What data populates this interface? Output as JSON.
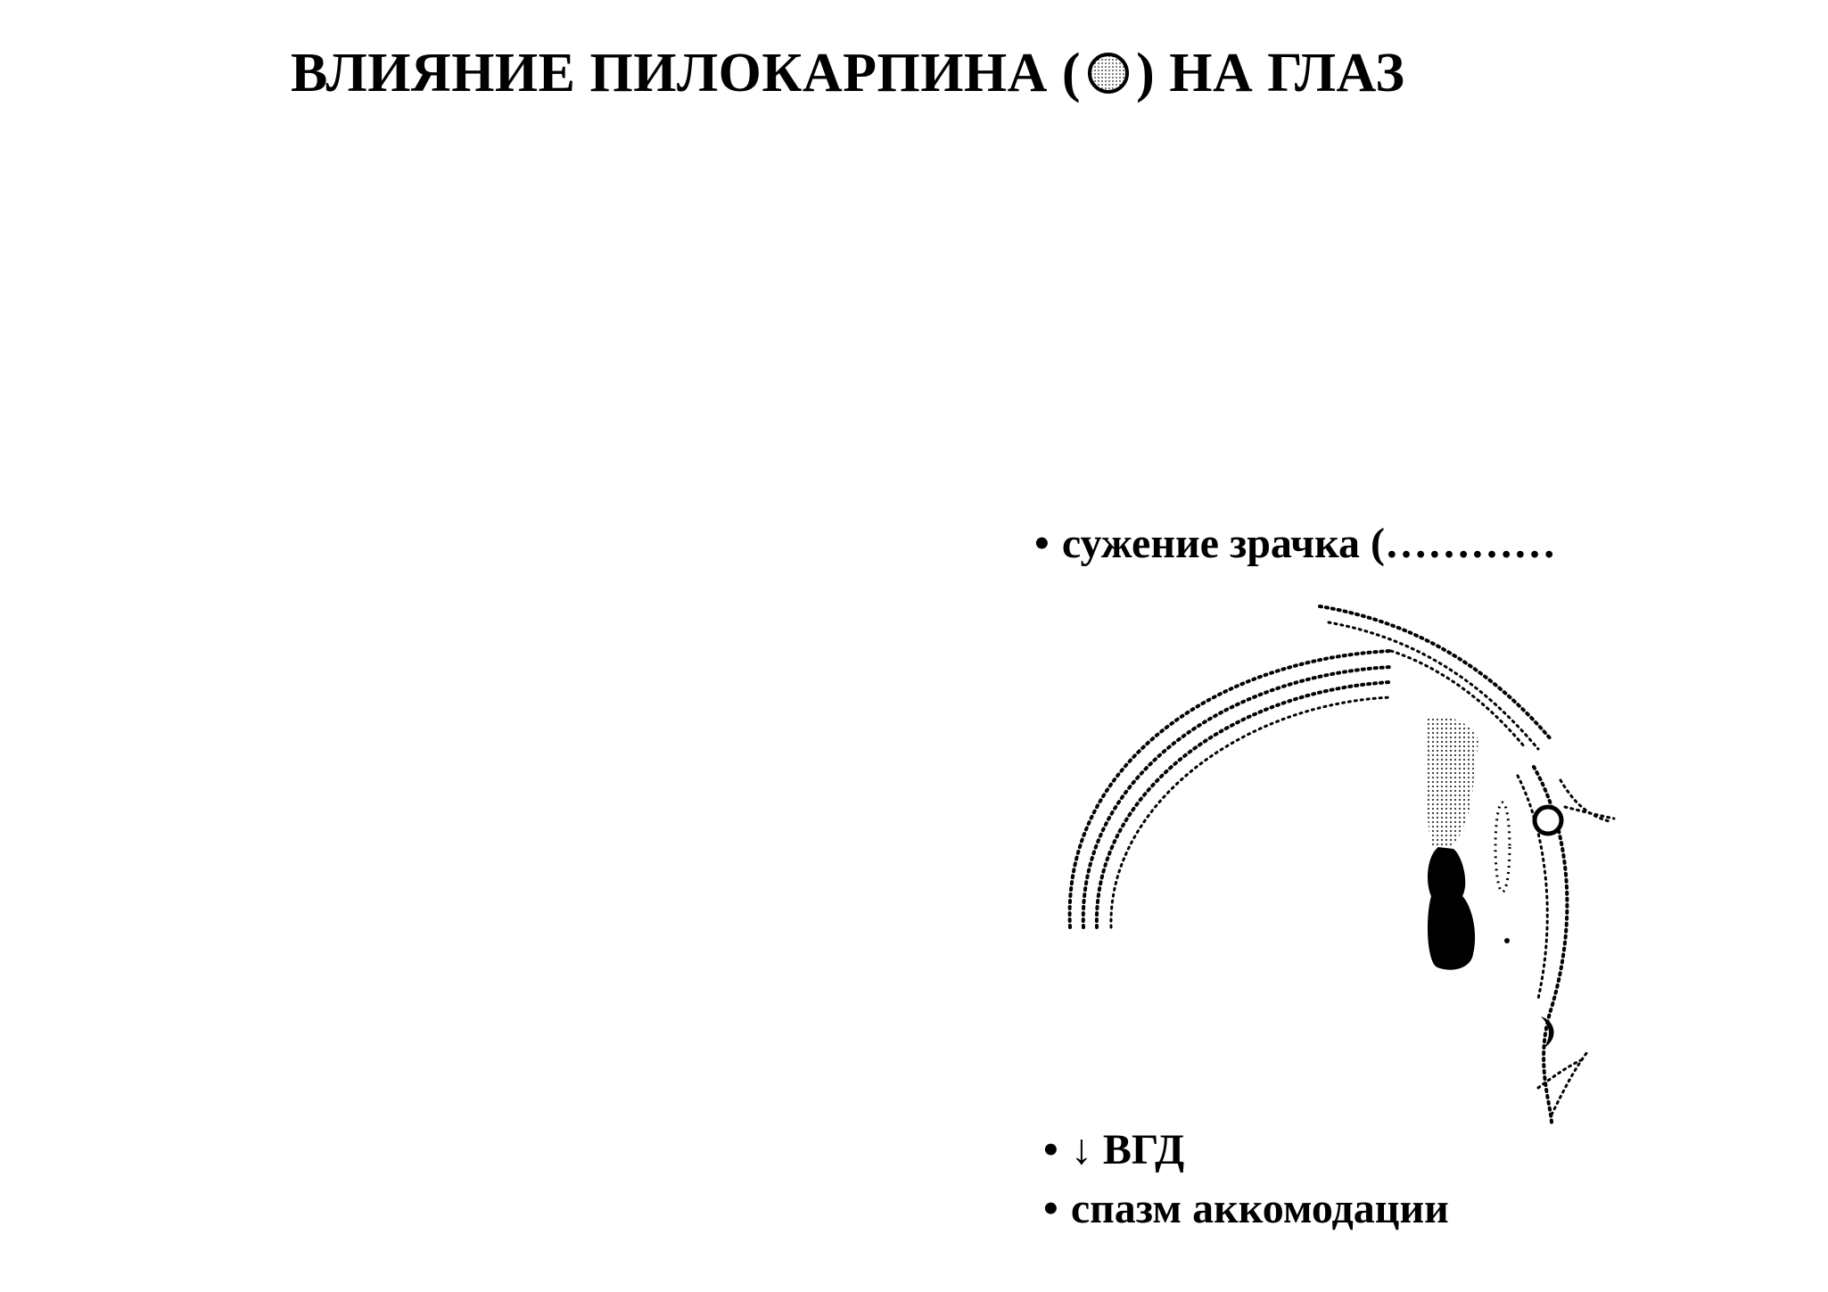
{
  "title": {
    "before_icon": "ВЛИЯНИЕ ПИЛОКАРПИНА (",
    "icon": "dotted-circle-icon",
    "after_icon": ") НА ГЛАЗ"
  },
  "effects": [
    {
      "bullet": "•",
      "text": "сужение зрачка (…………"
    },
    {
      "bullet": "•",
      "text": "↓ ВГД"
    },
    {
      "bullet": "•",
      "text": "спазм аккомодации"
    }
  ]
}
